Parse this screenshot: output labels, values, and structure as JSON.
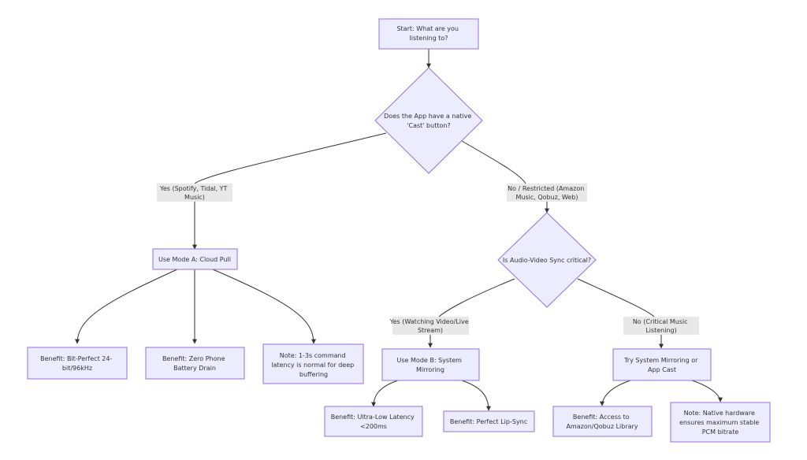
{
  "diagram": {
    "nodes": {
      "start": [
        "Start: What are you",
        "listening to?"
      ],
      "q_cast": [
        "Does the App have a native",
        "'Cast' button?"
      ],
      "mode_a": [
        "Use Mode A: Cloud Pull"
      ],
      "q_sync": [
        "Is Audio-Video Sync critical?"
      ],
      "benefit_bitperfect": [
        "Benefit: Bit-Perfect 24-",
        "bit/96kHz"
      ],
      "benefit_battery": [
        "Benefit: Zero Phone",
        "Battery Drain"
      ],
      "note_latency": [
        "Note: 1-3s command",
        "latency is normal for deep",
        "buffering"
      ],
      "mode_b": [
        "Use Mode B: System",
        "Mirroring"
      ],
      "try_mirroring": [
        "Try System Mirroring or",
        "App Cast"
      ],
      "benefit_lowlatency": [
        "Benefit: Ultra-Low Latency",
        "<200ms"
      ],
      "benefit_lipsync": [
        "Benefit: Perfect Lip-Sync"
      ],
      "benefit_library": [
        "Benefit: Access to",
        "Amazon/Qobuz Library"
      ],
      "note_hardware": [
        "Note: Native hardware",
        "ensures maximum stable",
        "PCM bitrate"
      ]
    },
    "edge_labels": {
      "cast_yes": [
        "Yes (Spotify, Tidal, YT",
        "Music)"
      ],
      "cast_no": [
        "No / Restricted (Amazon",
        "Music, Qobuz, Web)"
      ],
      "sync_yes": [
        "Yes (Watching Video/Live",
        "Stream)"
      ],
      "sync_no": [
        "No (Critical Music",
        "Listening)"
      ]
    }
  }
}
